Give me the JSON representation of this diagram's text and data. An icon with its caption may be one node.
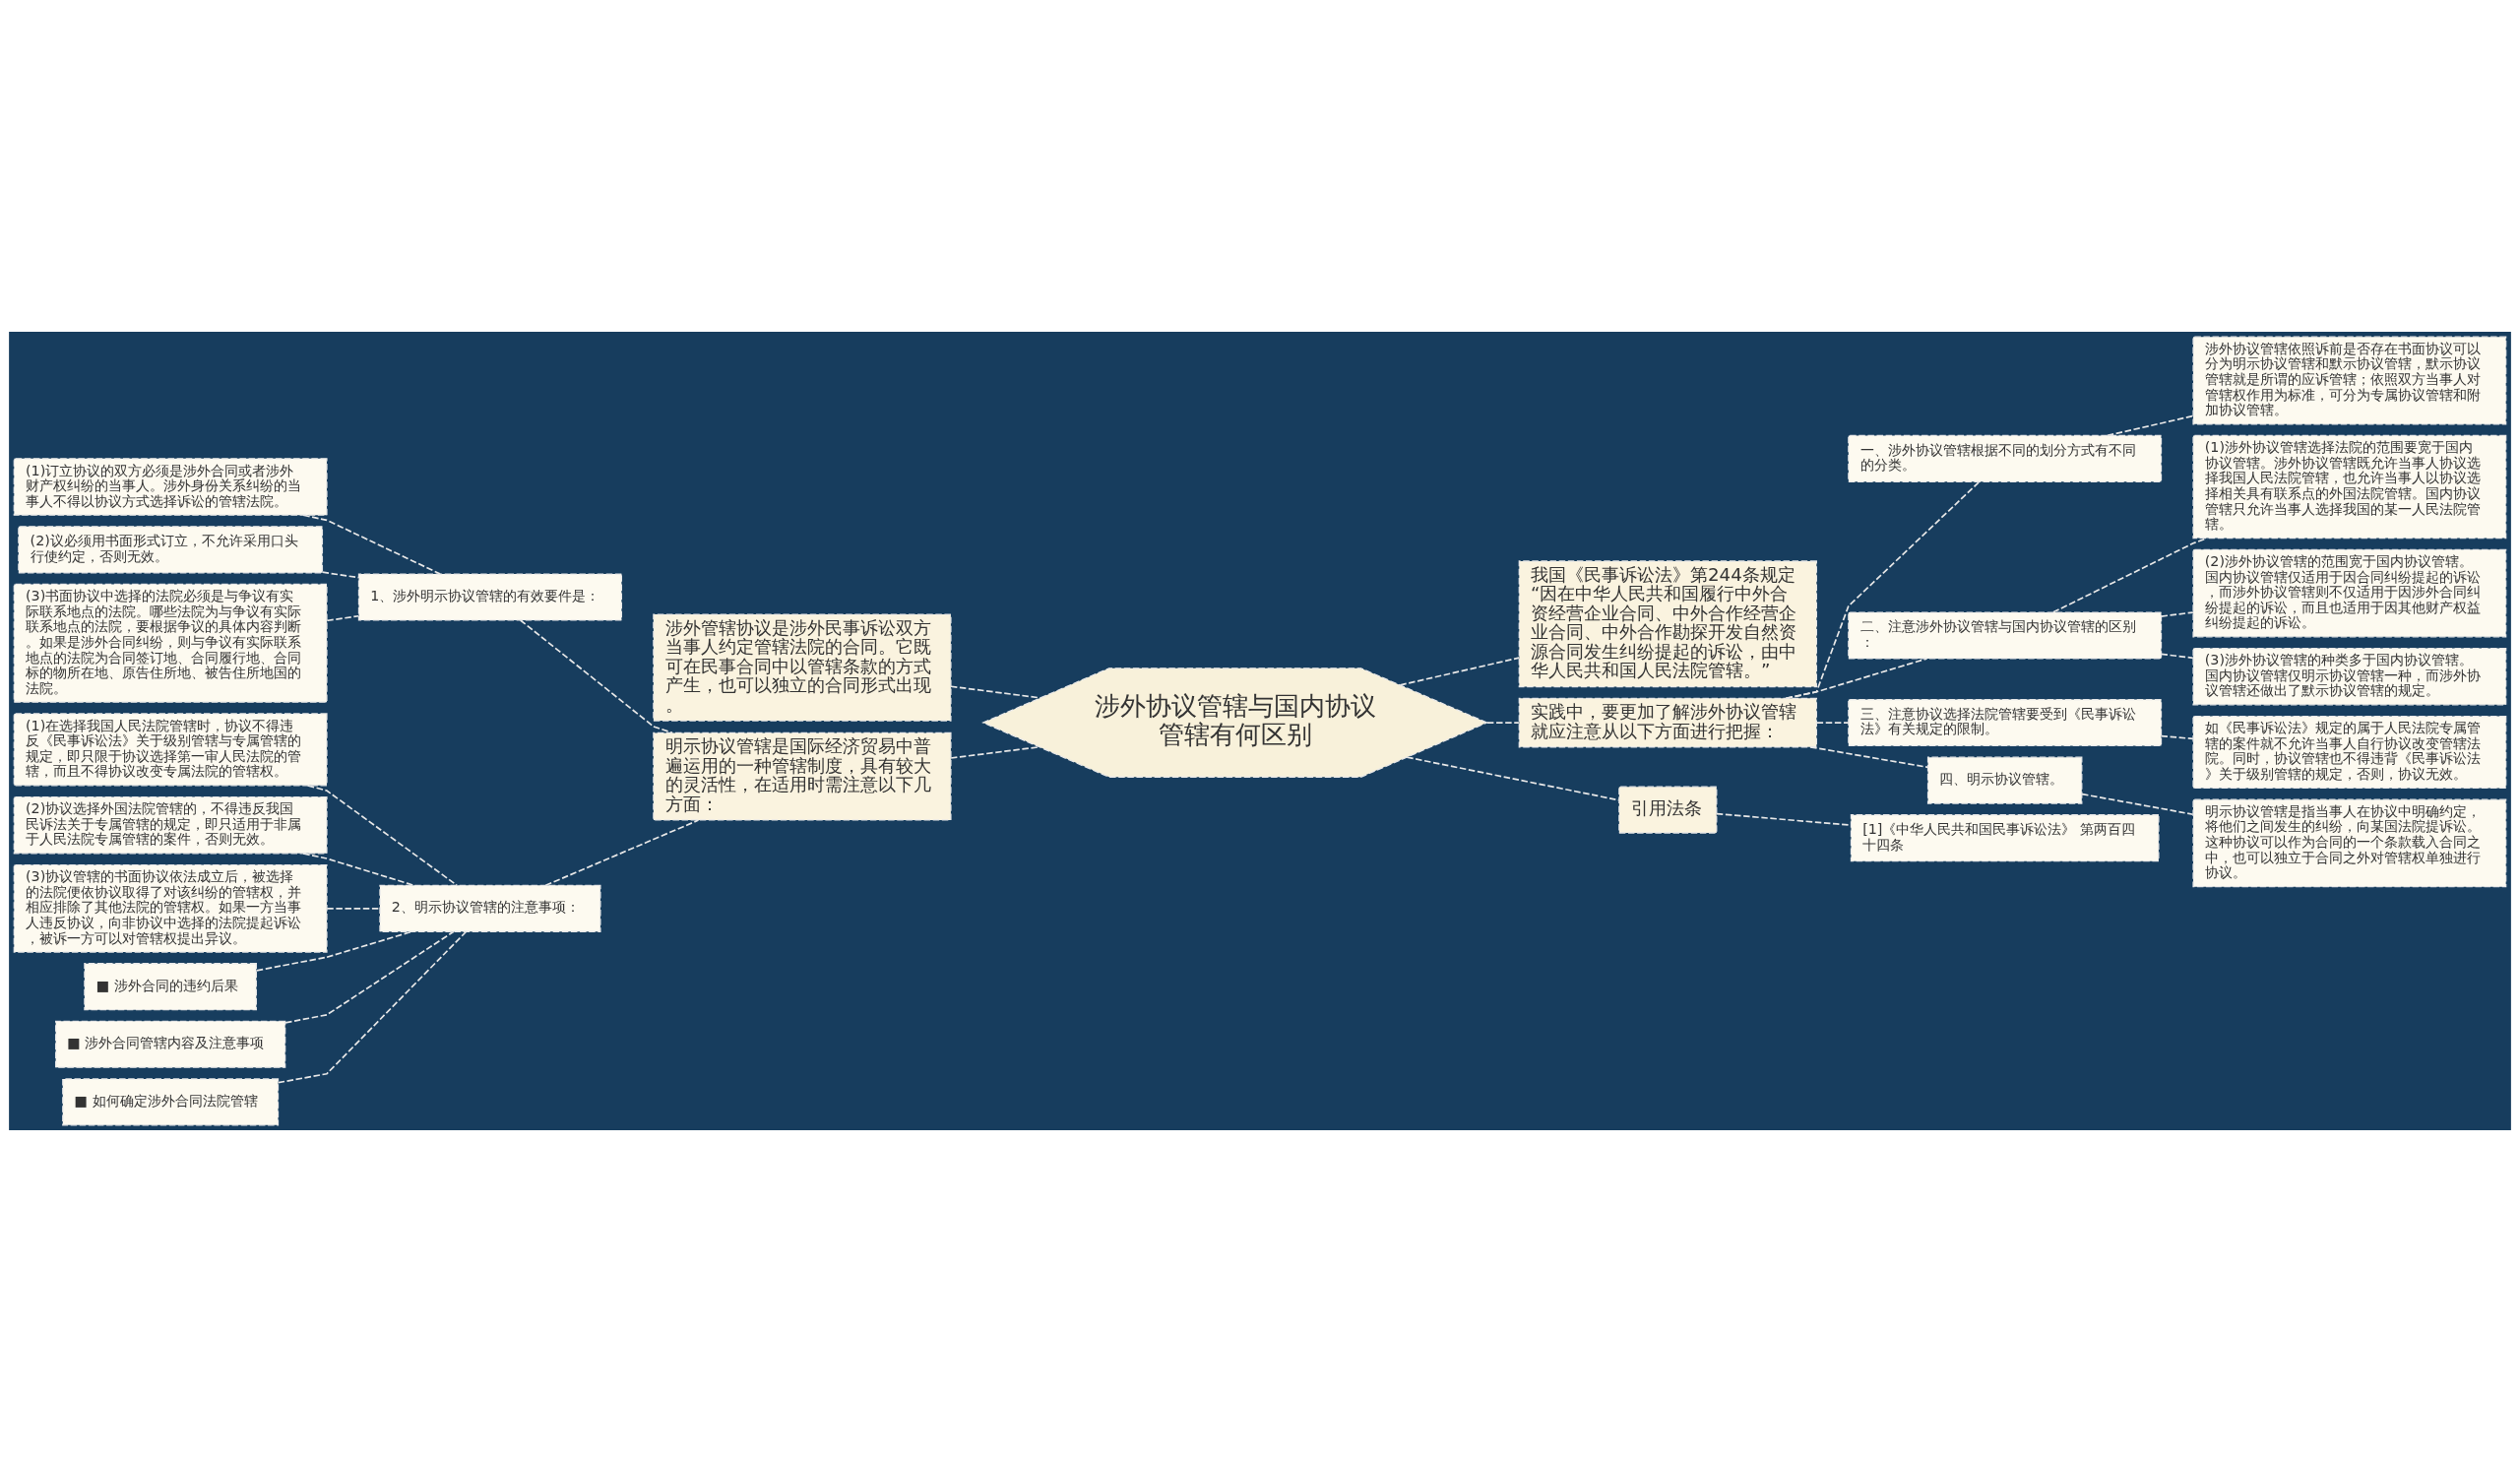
{
  "diagram": {
    "nodes": [
      {
        "text": [
          "涉外协议管辖与国内协议管辖有何区别"
        ]
      },
      {
        "text": [
          "涉外管辖协议是涉外民事诉讼双方当事人约定管辖法院的合同。它既可在民事合同中以管辖条款的方式产生，也可以独立的合同形式出现。"
        ]
      },
      {
        "text": [
          "明示协议管辖是国际经济贸易中普遍运用的一种管辖制度，具有较大的灵活性，在适用时需注意以下几方面："
        ]
      },
      {
        "text": [
          "1、涉外明示协议管辖的有效要件是："
        ]
      },
      {
        "text": [
          "(1)订立协议的双方必须是涉外合同或者涉外财产权纠纷的当事人。涉外身份关系纠纷的当事人不得以协议方式选择诉讼的管辖法院。"
        ]
      },
      {
        "text": [
          "(2)议必须用书面形式订立，不允许采用口头行使约定，否则无效。"
        ]
      },
      {
        "text": [
          "(3)书面协议中选择的法院必须是与争议有实际联系地点的法院。哪些法院为与争议有实际联系地点的法院，要根据争议的具体内容判断。如果是涉外合同纠纷，则与争议有实际联系地点的法院为合同签订地、合同履行地、合同标的物所在地、原告住所地、被告住所地国的法院。"
        ]
      },
      {
        "text": [
          "2、明示协议管辖的注意事项："
        ]
      },
      {
        "text": [
          "(1)在选择我国人民法院管辖时，协议不得违反《民事诉讼法》关于级别管辖与专属管辖的规定，即只限于协议选择第一审人民法院的管辖，而且不得协议改变专属法院的管辖权。"
        ]
      },
      {
        "text": [
          "(2)协议选择外国法院管辖的，不得违反我国民诉法关于专属管辖的规定，即只适用于非属于人民法院专属管辖的案件，否则无效。"
        ]
      },
      {
        "text": [
          "(3)协议管辖的书面协议依法成立后，被选择的法院便依协议取得了对该纠纷的管辖权，并相应排除了其他法院的管辖权。如果一方当事人违反协议，向非协议中选择的法院提起诉讼，被诉一方可以对管辖权提出异议。"
        ]
      },
      {
        "text": [
          "■ 涉外合同的违约后果"
        ]
      },
      {
        "text": [
          "■ 涉外合同管辖内容及注意事项"
        ]
      },
      {
        "text": [
          "■ 如何确定涉外合同法院管辖"
        ]
      },
      {
        "text": [
          "我国《民事诉讼法》第244条规定“因在中华人民共和国履行中外合资经营企业合同、中外合作经营企业合同、中外合作勘探开发自然资源合同发生纠纷提起的诉讼，由中华人民共和国人民法院管辖。”"
        ]
      },
      {
        "text": [
          "实践中，要更加了解涉外协议管辖就应注意从以下方面进行把握："
        ]
      },
      {
        "text": [
          "一、涉外协议管辖根据不同的划分方式有不同的分类。"
        ]
      },
      {
        "text": [
          "涉外协议管辖依照诉前是否存在书面协议可以分为明示协议管辖和默示协议管辖，默示协议管辖就是所谓的应诉管辖；依照双方当事人对管辖权作用为标准，可分为专属协议管辖和附加协议管辖。"
        ]
      },
      {
        "text": [
          "二、注意涉外协议管辖与国内协议管辖的区别："
        ]
      },
      {
        "text": [
          "(1)涉外协议管辖选择法院的范围要宽于国内协议管辖。涉外协议管辖既允许当事人协议选择我国人民法院管辖，也允许当事人以协议选择相关具有联系点的外国法院管辖。国内协议管辖只允许当事人选择我国的某一人民法院管辖。"
        ]
      },
      {
        "text": [
          "(2)涉外协议管辖的范围宽于国内协议管辖。国内协议管辖仅适用于因合同纠纷提起的诉讼，而涉外协议管辖则不仅适用于因涉外合同纠纷提起的诉讼，而且也适用于因其他财产权益纠纷提起的诉讼。"
        ]
      },
      {
        "text": [
          "(3)涉外协议管辖的种类多于国内协议管辖。国内协议管辖仅明示协议管辖一种，而涉外协议管辖还做出了默示协议管辖的规定。"
        ]
      },
      {
        "text": [
          "三、注意协议选择法院管辖要受到《民事诉讼法》有关规定的限制。"
        ]
      },
      {
        "text": [
          "如《民事诉讼法》规定的属于人民法院专属管辖的案件就不允许当事人自行协议改变管辖法院。同时，协议管辖也不得违背《民事诉讼法》关于级别管辖的规定，否则，协议无效。"
        ]
      },
      {
        "text": [
          "四、明示协议管辖。"
        ]
      },
      {
        "text": [
          "明示协议管辖是指当事人在协议中明确约定，将他们之间发生的纠纷，向某国法院提诉讼。这种协议可以作为合同的一个条款载入合同之中，也可以独立于合同之外对管辖权单独进行协议。"
        ]
      },
      {
        "text": [
          "引用法条"
        ]
      },
      {
        "text": [
          "[1]《中华人民共和国民事诉讼法》 第两百四十四条"
        ]
      }
    ],
    "edges": [
      {
        "from": 0,
        "to": 1,
        "arrow": "none"
      },
      {
        "from": 0,
        "to": 2,
        "arrow": "none"
      },
      {
        "from": 2,
        "to": 3,
        "arrow": "none"
      },
      {
        "from": 3,
        "to": 4,
        "arrow": "none"
      },
      {
        "from": 3,
        "to": 5,
        "arrow": "none"
      },
      {
        "from": 3,
        "to": 6,
        "arrow": "none"
      },
      {
        "from": 2,
        "to": 7,
        "arrow": "none"
      },
      {
        "from": 7,
        "to": 8,
        "arrow": "none"
      },
      {
        "from": 7,
        "to": 9,
        "arrow": "none"
      },
      {
        "from": 7,
        "to": 10,
        "arrow": "none"
      },
      {
        "from": 7,
        "to": 11,
        "arrow": "none"
      },
      {
        "from": 7,
        "to": 12,
        "arrow": "none"
      },
      {
        "from": 7,
        "to": 13,
        "arrow": "none"
      },
      {
        "from": 0,
        "to": 14,
        "arrow": "none"
      },
      {
        "from": 0,
        "to": 15,
        "arrow": "none"
      },
      {
        "from": 15,
        "to": 16,
        "arrow": "none"
      },
      {
        "from": 16,
        "to": 17,
        "arrow": "none"
      },
      {
        "from": 15,
        "to": 18,
        "arrow": "none"
      },
      {
        "from": 18,
        "to": 19,
        "arrow": "none"
      },
      {
        "from": 18,
        "to": 20,
        "arrow": "none"
      },
      {
        "from": 18,
        "to": 21,
        "arrow": "none"
      },
      {
        "from": 15,
        "to": 22,
        "arrow": "none"
      },
      {
        "from": 22,
        "to": 23,
        "arrow": "none"
      },
      {
        "from": 15,
        "to": 24,
        "arrow": "none"
      },
      {
        "from": 24,
        "to": 25,
        "arrow": "none"
      },
      {
        "from": 0,
        "to": 26,
        "arrow": "none"
      },
      {
        "from": 26,
        "to": 27,
        "arrow": "none"
      }
    ]
  }
}
